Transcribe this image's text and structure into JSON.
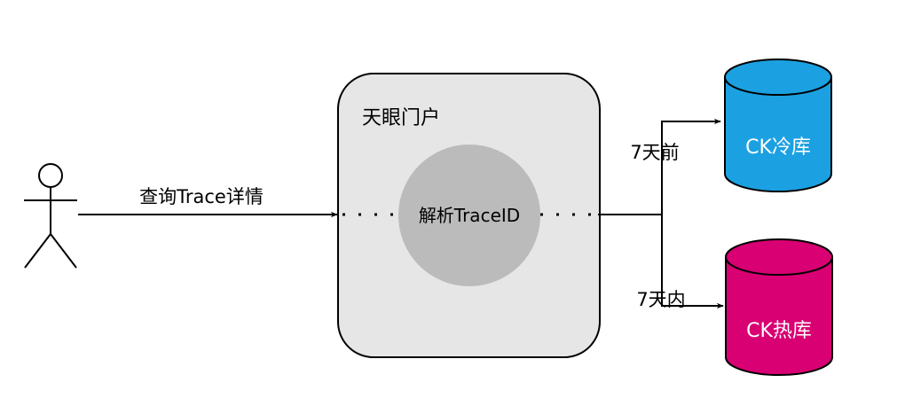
{
  "actor": {
    "arrow_label": "查询Trace详情"
  },
  "portal": {
    "title": "天眼门户",
    "process_label": "解析TraceID"
  },
  "routes": [
    {
      "label": "7天前",
      "target": "CK冷库"
    },
    {
      "label": "7天内",
      "target": "CK热库"
    }
  ],
  "databases": {
    "cold": {
      "label": "CK冷库",
      "color": "#1ba1e2"
    },
    "hot": {
      "label": "CK热库",
      "color": "#d80073"
    }
  },
  "colors": {
    "portal_fill": "#e6e6e6",
    "process_fill": "#bbbbbb",
    "stroke": "#000000"
  }
}
